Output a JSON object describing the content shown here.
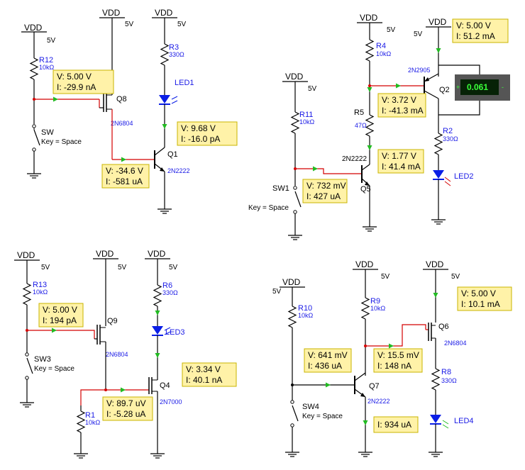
{
  "colors": {
    "wire": "#000000",
    "hot_wire": "#d40000",
    "label_blue": "#1a1ae6",
    "probe_box": "#fff2a8",
    "probe_border": "#c8b400",
    "arrow_green": "#22bb22",
    "led_blue": "#0a1ee6",
    "led_green": "#22bb22",
    "meter_body": "#555555",
    "meter_lcd": "#062206",
    "meter_text": "#39ff39"
  },
  "supply": {
    "name": "VDD",
    "voltage": "5V"
  },
  "circuit1": {
    "r12": {
      "name": "R12",
      "value": "10kΩ"
    },
    "q8": {
      "name": "Q8",
      "part": "2N6804"
    },
    "sw": {
      "name": "SW",
      "key": "Key = Space"
    },
    "r3": {
      "name": "R3",
      "value": "330Ω"
    },
    "led1": {
      "name": "LED1"
    },
    "q1": {
      "name": "Q1",
      "part": "2N2222"
    },
    "probe_a": {
      "v": "V: 5.00 V",
      "i": "I: -29.9 nA"
    },
    "probe_b": {
      "v": "V: 9.68 V",
      "i": "I: -16.0 pA"
    },
    "probe_c": {
      "v": "V: -34.6 V",
      "i": "I: -581 uA"
    }
  },
  "circuit2": {
    "r11": {
      "name": "R11",
      "value": "10kΩ"
    },
    "sw1": {
      "name": "SW1",
      "key": "Key = Space"
    },
    "r4": {
      "name": "R4",
      "value": "10kΩ"
    },
    "r5": {
      "name": "R5",
      "value": "47Ω"
    },
    "q5": {
      "name": "Q5",
      "part": "2N2222"
    },
    "q2": {
      "name": "Q2",
      "part": "2N2905"
    },
    "r2": {
      "name": "R2",
      "value": "330Ω"
    },
    "led2": {
      "name": "LED2"
    },
    "meter": {
      "reading": "0.061"
    },
    "probe_top": {
      "v": "V: 5.00 V",
      "i": "I: 51.2 mA"
    },
    "probe_r4": {
      "v": "V: 3.72 V",
      "i": "I: -41.3 mA"
    },
    "probe_r5": {
      "v": "V: 1.77 V",
      "i": "I: 41.4 mA"
    },
    "probe_base": {
      "v": "V: 732 mV",
      "i": "I: 427 uA"
    }
  },
  "circuit3": {
    "r13": {
      "name": "R13",
      "value": "10kΩ"
    },
    "q9": {
      "name": "Q9",
      "part": "2N6804"
    },
    "sw3": {
      "name": "SW3",
      "key": "Key = Space"
    },
    "r6": {
      "name": "R6",
      "value": "330Ω"
    },
    "led3": {
      "name": "LED3"
    },
    "q4": {
      "name": "Q4",
      "part": "2N7000"
    },
    "r1": {
      "name": "R1",
      "value": "10kΩ"
    },
    "probe_a": {
      "v": "V: 5.00 V",
      "i": "I: 194 pA"
    },
    "probe_b": {
      "v": "V: 3.34 V",
      "i": "I: 40.1 nA"
    },
    "probe_c": {
      "v": "V: 89.7 uV",
      "i": "I: -5.28 uA"
    }
  },
  "circuit4": {
    "r10": {
      "name": "R10",
      "value": "10kΩ"
    },
    "sw4": {
      "name": "SW4",
      "key": "Key = Space"
    },
    "r9": {
      "name": "R9",
      "value": "10kΩ"
    },
    "q7": {
      "name": "Q7",
      "part": "2N2222"
    },
    "q6": {
      "name": "Q6",
      "part": "2N6804"
    },
    "r8": {
      "name": "R8",
      "value": "330Ω"
    },
    "led4": {
      "name": "LED4"
    },
    "probe_base": {
      "v": "V: 641 mV",
      "i": "I: 436 uA"
    },
    "probe_col": {
      "v": "V: 15.5 mV",
      "i": "I: 148 nA"
    },
    "probe_q6": {
      "v": "V: 5.00 V",
      "i": "I: 10.1 mA"
    },
    "probe_emitter": {
      "i": "I: 934 uA"
    }
  }
}
